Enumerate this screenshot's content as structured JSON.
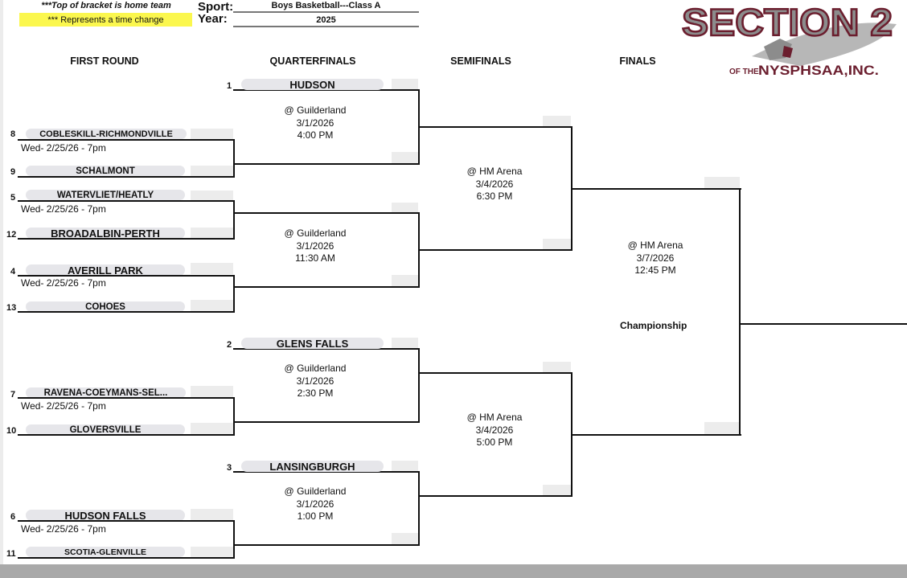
{
  "header": {
    "note_home": "***Top of bracket is home team",
    "note_time": "*** Represents a time change",
    "note_time_color": "#fbf74e",
    "sport_label": "Sport:",
    "sport_value": "Boys Basketball---Class A",
    "year_label": "Year:",
    "year_value": "2025"
  },
  "logo": {
    "text_main": "SECTION 2",
    "text_sub_prefix": "OF THE",
    "text_sub": "NYSPHSAA,INC.",
    "color_fill": "#8c8c8c",
    "color_outline": "#6b1e2e"
  },
  "columns": [
    "FIRST ROUND",
    "QUARTERFINALS",
    "SEMIFINALS",
    "FINALS"
  ],
  "first_round": [
    {
      "top_seed": "8",
      "top_team": "COBLESKILL-RICHMONDVILLE",
      "date": "Wed- 2/25/26 - 7pm",
      "bottom_seed": "9",
      "bottom_team": "SCHALMONT"
    },
    {
      "top_seed": "5",
      "top_team": "WATERVLIET/HEATLY",
      "date": "Wed- 2/25/26 - 7pm",
      "bottom_seed": "12",
      "bottom_team": "BROADALBIN-PERTH"
    },
    {
      "top_seed": "4",
      "top_team": "AVERILL PARK",
      "date": "Wed- 2/25/26 - 7pm",
      "bottom_seed": "13",
      "bottom_team": "COHOES"
    },
    {
      "top_seed": "7",
      "top_team": "RAVENA-COEYMANS-SEL...",
      "date": "Wed- 2/25/26 - 7pm",
      "bottom_seed": "10",
      "bottom_team": "GLOVERSVILLE"
    },
    {
      "top_seed": "6",
      "top_team": "HUDSON FALLS",
      "date": "Wed- 2/25/26 - 7pm",
      "bottom_seed": "11",
      "bottom_team": "SCOTIA-GLENVILLE"
    }
  ],
  "quarterfinals": [
    {
      "seed": "1",
      "team": "HUDSON",
      "venue": "@ Guilderland",
      "date": "3/1/2026",
      "time": "4:00 PM"
    },
    {
      "venue": "@ Guilderland",
      "date": "3/1/2026",
      "time": "11:30 AM"
    },
    {
      "seed": "2",
      "team": "GLENS FALLS",
      "venue": "@ Guilderland",
      "date": "3/1/2026",
      "time": "2:30 PM"
    },
    {
      "seed": "3",
      "team": "LANSINGBURGH",
      "venue": "@ Guilderland",
      "date": "3/1/2026",
      "time": "1:00 PM"
    }
  ],
  "semifinals": [
    {
      "venue": "@ HM Arena",
      "date": "3/4/2026",
      "time": "6:30 PM"
    },
    {
      "venue": "@ HM Arena",
      "date": "3/4/2026",
      "time": "5:00 PM"
    }
  ],
  "finals": {
    "venue": "@ HM Arena",
    "date": "3/7/2026",
    "time": "12:45 PM",
    "label": "Championship"
  }
}
